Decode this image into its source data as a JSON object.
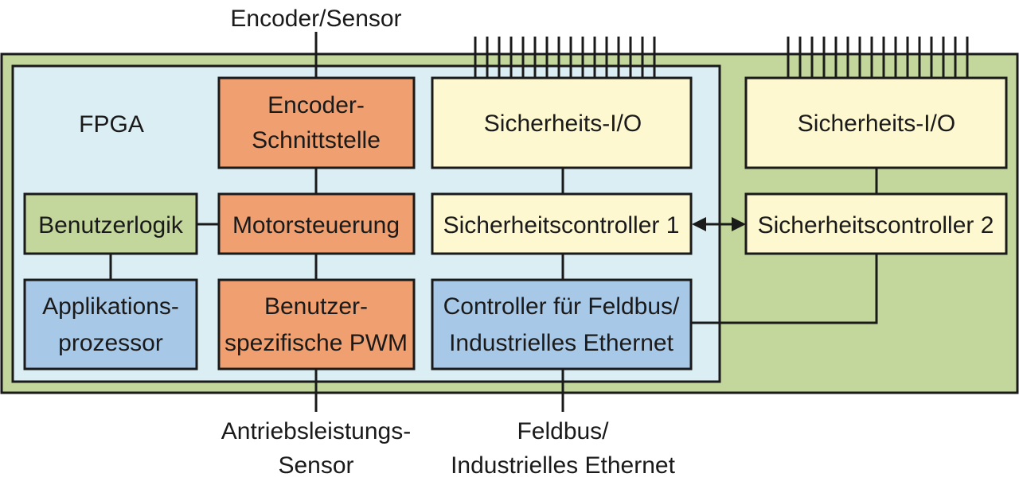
{
  "colors": {
    "board": "#c3d69b",
    "fpga": "#dbeef4",
    "encoder_block": "#f0a070",
    "safety_block": "#fdf8d0",
    "user_logic": "#c3d69b",
    "processor_block": "#a8c8e8",
    "line": "#1a1a1a"
  },
  "labels": {
    "encoder_sensor": "Encoder/Sensor",
    "fpga": "FPGA",
    "encoder_interface": [
      "Encoder-",
      "Schnittstelle"
    ],
    "safety_io_1": "Sicherheits-I/O",
    "safety_io_2": "Sicherheits-I/O",
    "user_logic": "Benutzerlogik",
    "motor_control": "Motorsteuerung",
    "safety_controller_1": "Sicherheitscontroller 1",
    "safety_controller_2": "Sicherheitscontroller 2",
    "app_processor": [
      "Applikations-",
      "prozessor"
    ],
    "custom_pwm": [
      "Benutzer-",
      "spezifische PWM"
    ],
    "fieldbus_controller": [
      "Controller für Feldbus/",
      "Industrielles Ethernet"
    ],
    "drive_power_sensor": [
      "Antriebsleistungs-",
      "Sensor"
    ],
    "fieldbus": [
      "Feldbus/",
      "Industrielles Ethernet"
    ]
  },
  "icons": {
    "io_pins": "pin-comb-icon",
    "bidirectional_arrow": "double-arrow-icon"
  }
}
